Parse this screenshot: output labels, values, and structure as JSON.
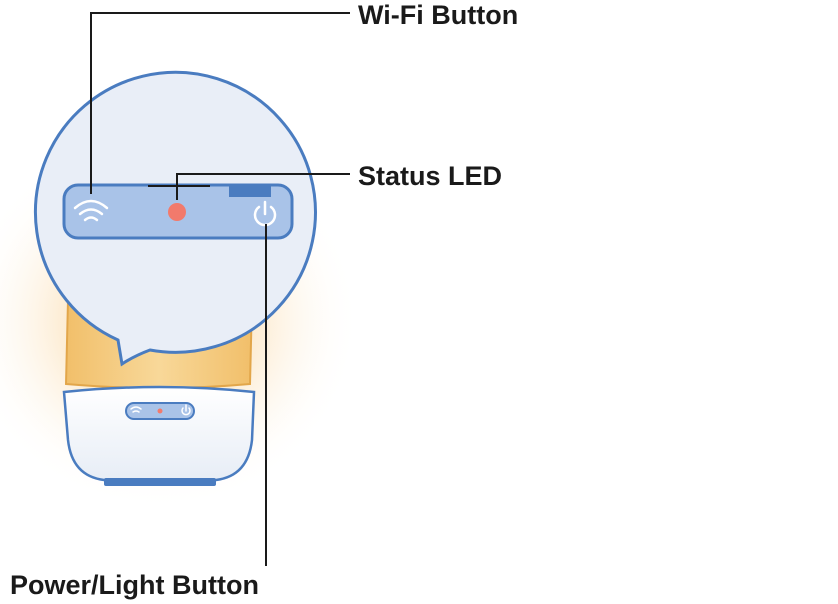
{
  "labels": {
    "wifi_button": "Wi-Fi Button",
    "status_led": "Status LED",
    "power_light_button": "Power/Light Button"
  },
  "colors": {
    "outline_blue": "#4a7cc0",
    "panel_blue": "#a9c3e8",
    "bubble_fill": "#e9eef7",
    "glow_orange": "#f7c27a",
    "lamp_orange": "#f4cd85",
    "led_red": "#f27a6c",
    "leader_line": "#1a1a1a"
  },
  "icons": {
    "wifi": "wifi-icon",
    "power": "power-icon",
    "led": "status-led-dot"
  }
}
